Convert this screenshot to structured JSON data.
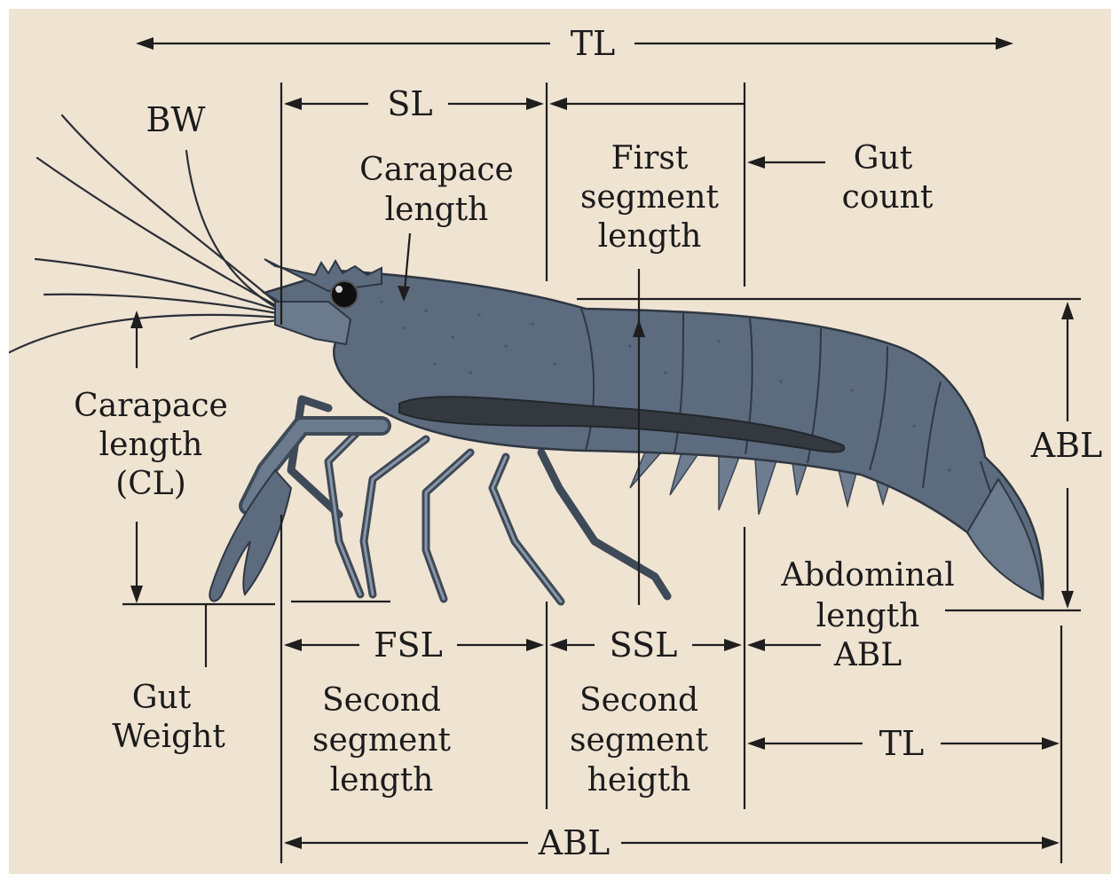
{
  "colors": {
    "background": "#efe3d2",
    "lines": "#1e1e1e",
    "body": "#5d6b7e",
    "body_dark": "#434f60",
    "gut": "#33393f"
  },
  "labels": {
    "tl_top": "TL",
    "bw": "BW",
    "sl": "SL",
    "carapace_inner": [
      "Carapace",
      "length"
    ],
    "first_segment": [
      "First",
      "segment",
      "length"
    ],
    "gut_count": [
      "Gut",
      "count"
    ],
    "carapace_cl": [
      "Carapace",
      "length",
      "(CL)"
    ],
    "abl_right": "ABL",
    "abdominal": [
      "Abdominal",
      "length",
      "ABL"
    ],
    "fsl": "FSL",
    "ssl": "SSL",
    "gut_weight": [
      "Gut",
      "Weight"
    ],
    "second_seg_length": [
      "Second",
      "segment",
      "length"
    ],
    "second_seg_height": [
      "Second",
      "segment",
      "heigth"
    ],
    "tl_bottom": "TL",
    "abl_bottom": "ABL"
  }
}
